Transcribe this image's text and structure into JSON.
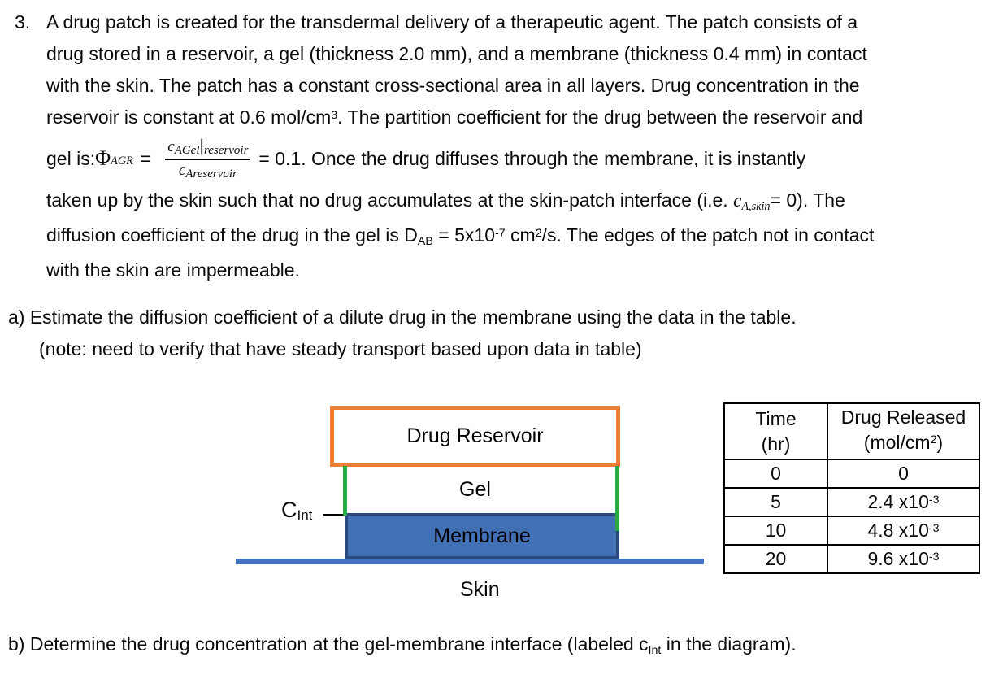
{
  "problem": {
    "number": "3.",
    "l1": "A drug patch is created for the transdermal delivery of a therapeutic agent. The patch consists of a",
    "l2": "drug stored in a reservoir, a gel (thickness 2.0 mm), and a membrane (thickness 0.4 mm) in contact",
    "l3": "with the skin. The patch has a constant cross-sectional area in all layers. Drug concentration in the",
    "l4a": "reservoir is constant at 0.6 mol/cm",
    "l4sup": "3",
    "l4b": ". The partition coefficient for the drug between the reservoir and",
    "formula": {
      "prefix": "gel is: ",
      "phi": "Φ",
      "phi_sub": "AGR",
      "equals": "=",
      "num_c": "c",
      "num_sub1": "AGel",
      "num_bar": "|",
      "num_sub2": "reservoir",
      "den_c": "c",
      "den_sub": "Areservoir",
      "suffix": "= 0.1. Once the drug diffuses through the membrane, it is instantly"
    },
    "l6a": "taken up by the skin such that no drug accumulates at the skin-patch interface (i.e. ",
    "l6c": "c",
    "l6sub": "A,skin",
    "l6b": "= 0). The",
    "l7a": "diffusion coefficient of the drug in the gel is D",
    "l7sub": "AB",
    "l7b": " = 5x10",
    "l7sup": "-7",
    "l7c": " cm",
    "l7sup2": "2",
    "l7d": "/s. The edges of the patch not in contact",
    "l8": "with the skin are impermeable."
  },
  "part_a": {
    "line1": "a) Estimate the diffusion coefficient of a dilute drug in the membrane using the data in the table.",
    "line2": "(note: need to verify that have steady transport based upon data in table)"
  },
  "part_b": {
    "pre": "b) Determine the drug concentration at the gel-membrane interface (labeled ",
    "c": "c",
    "sub": "Int",
    "post": " in the diagram)."
  },
  "diagram": {
    "reservoir_label": "Drug Reservoir",
    "gel_label": "Gel",
    "membrane_label": "Membrane",
    "skin_label": "Skin",
    "cint_main": "C",
    "cint_sub": "Int",
    "colors": {
      "reservoir_border": "#ED7D31",
      "gel_edges": "#2AA843",
      "membrane_fill": "#4170B4",
      "membrane_border": "#2B4A7E",
      "skin_line": "#4472C4"
    }
  },
  "table": {
    "col1_line1": "Time",
    "col1_line2": "(hr)",
    "col2_line1": "Drug Released",
    "col2_pre": "(mol/cm",
    "col2_sup": "2",
    "col2_post": ")",
    "rows": [
      {
        "time": "0",
        "base": "0",
        "exp": ""
      },
      {
        "time": "5",
        "base": "2.4 x10",
        "exp": "-3"
      },
      {
        "time": "10",
        "base": "4.8 x10",
        "exp": "-3"
      },
      {
        "time": "20",
        "base": "9.6 x10",
        "exp": "-3"
      }
    ]
  }
}
